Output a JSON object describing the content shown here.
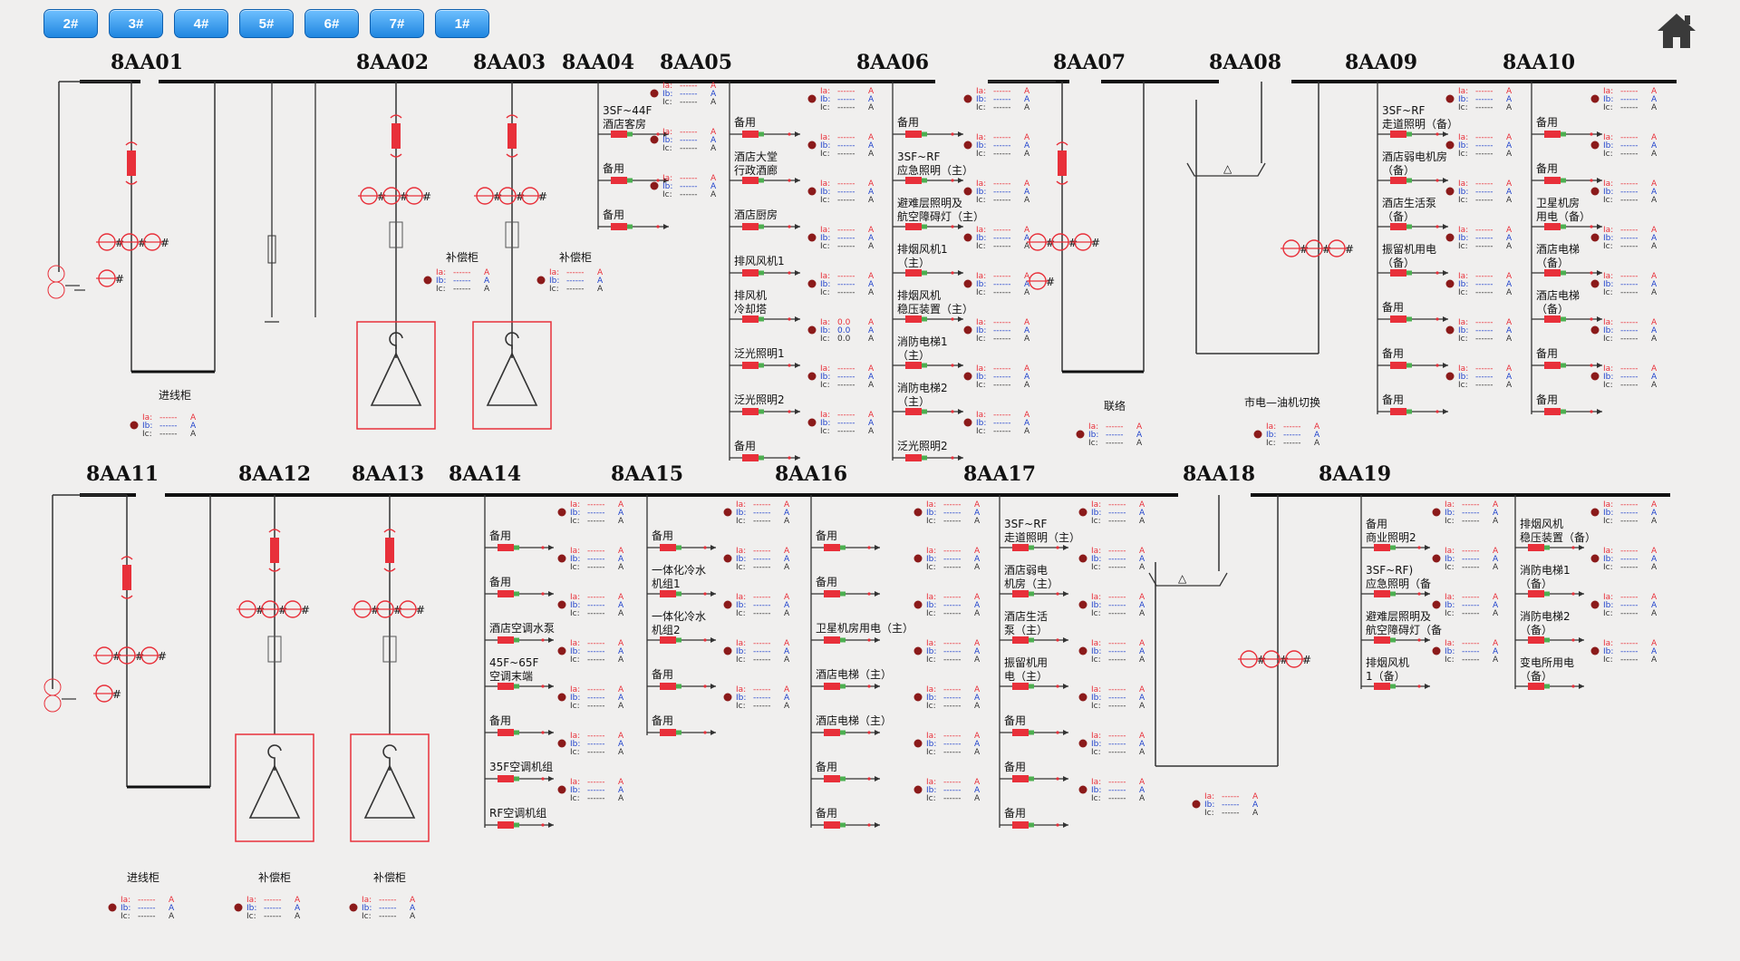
{
  "tabs": [
    "2#",
    "3#",
    "4#",
    "5#",
    "6#",
    "7#",
    "1#"
  ],
  "home_icon": "home-icon",
  "colors": {
    "bus": "#111111",
    "equip": "#e8303a",
    "ia": "#e8303a",
    "ib": "#2244cc",
    "ic": "#333333",
    "dot": "#8b1a1a"
  },
  "meter": {
    "ia": "Ia:",
    "ib": "Ib:",
    "ic": "Ic:",
    "unit": "A",
    "dash": "------"
  },
  "panels": {
    "top": [
      "8AA01",
      "8AA02",
      "8AA03",
      "8AA04",
      "8AA05",
      "8AA06",
      "8AA07",
      "8AA08",
      "8AA09",
      "8AA10"
    ],
    "bottom": [
      "8AA11",
      "8AA12",
      "8AA13",
      "8AA14",
      "8AA15",
      "8AA16",
      "8AA17",
      "8AA18",
      "8AA19"
    ]
  },
  "captions": {
    "incoming1": "进线柜",
    "comp1": "补偿柜",
    "comp2": "补偿柜",
    "tie": "联络",
    "switch": "市电—油机切换",
    "incoming2": "进线柜",
    "comp3": "补偿柜",
    "comp4": "补偿柜"
  },
  "special_values": [
    "0.0",
    "0.0",
    "0.0"
  ],
  "circuits": {
    "aa04": [
      "3SF~44F 酒店客房",
      "备用",
      "备用"
    ],
    "aa05": [
      "备用",
      "酒店大堂 行政酒廊",
      "酒店厨房",
      "排风风机1",
      "排风机 冷却塔",
      "泛光照明1",
      "泛光照明2",
      "备用"
    ],
    "aa06": [
      "备用",
      "3SF~RF 应急照明（主）",
      "避难层照明及 航空障碍灯（主）",
      "排烟风机1 （主）",
      "排烟风机 稳压装置（主）",
      "消防电梯1 （主）",
      "消防电梯2 （主）",
      "泛光照明2"
    ],
    "aa09": [
      "3SF~RF 走道照明（备）",
      "酒店弱电机房 （备）",
      "酒店生活泵 （备）",
      "振留机用电 （备）",
      "备用",
      "备用",
      "备用"
    ],
    "aa10": [
      "备用",
      "备用",
      "卫星机房 用电（备）",
      "酒店电梯 （备）",
      "酒店电梯 （备）",
      "备用",
      "备用"
    ],
    "aa14": [
      "备用",
      "备用",
      "酒店空调水泵",
      "45F~65F 空调末端",
      "备用",
      "35F空调机组",
      "RF空调机组"
    ],
    "aa15": [
      "备用",
      "一体化冷水 机组1",
      "一体化冷水 机组2",
      "备用",
      "备用"
    ],
    "aa16": [
      "备用",
      "备用",
      "卫星机房用电（主）",
      "酒店电梯（主）",
      "酒店电梯（主）",
      "备用",
      "备用"
    ],
    "aa17": [
      "3SF~RF 走道照明（主）",
      "酒店弱电 机房（主）",
      "酒店生活 泵（主）",
      "振留机用 电（主）",
      "备用",
      "备用",
      "备用"
    ],
    "aa19a": [
      "备用 商业照明2",
      "3SF~RF) 应急照明（备",
      "避难层照明及 航空障碍灯（备",
      "排烟风机 1（备）"
    ],
    "aa19b": [
      "排烟风机 稳压装置（备）",
      "消防电梯1 （备）",
      "消防电梯2 （备）",
      "变电所用电 （备）"
    ]
  }
}
